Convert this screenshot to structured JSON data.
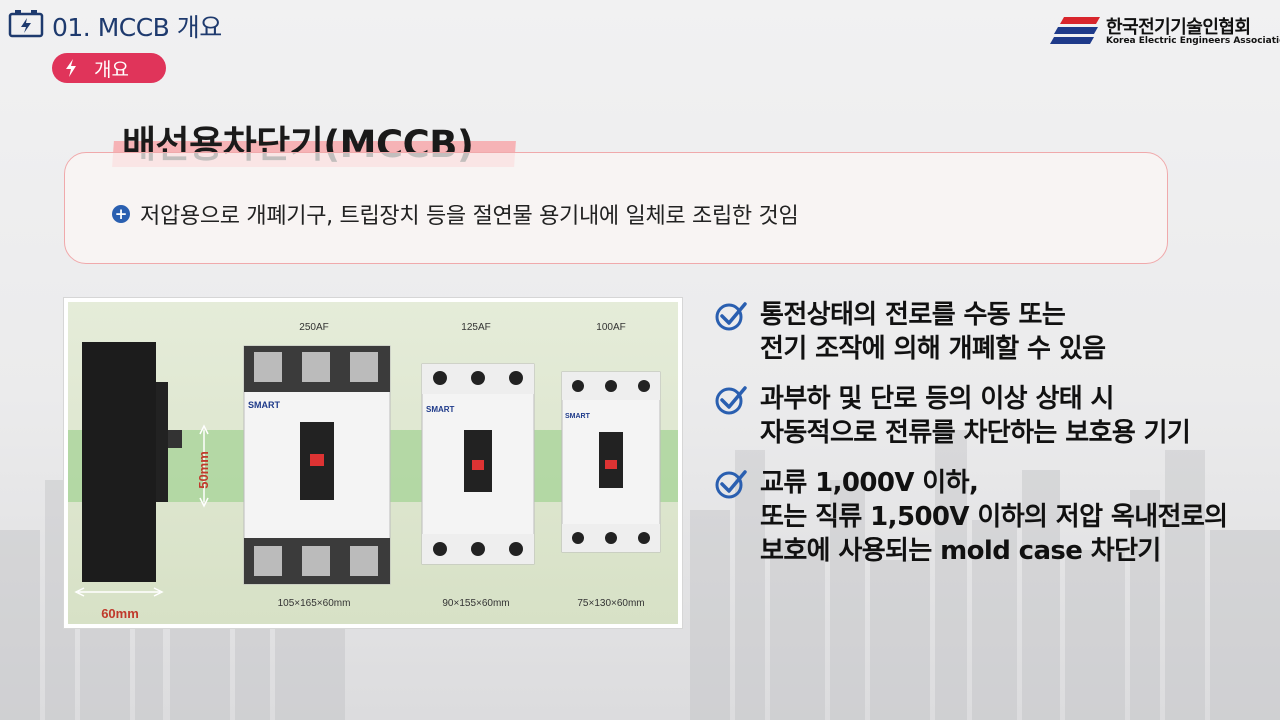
{
  "header": {
    "section_title": "01. MCCB 개요",
    "tag_label": "개요"
  },
  "logo": {
    "name_ko": "한국전기기술인협회",
    "name_en": "Korea Electric Engineers Association"
  },
  "heading": "배선용차단기(MCCB)",
  "definition": "저압용으로 개폐기구, 트립장치 등을 절연물 용기내에 일체로 조립한 것임",
  "photo": {
    "frame_labels": [
      "250AF",
      "125AF",
      "100AF"
    ],
    "brand": "SMART",
    "dims": [
      "105×165×60mm",
      "90×155×60mm",
      "75×130×60mm"
    ],
    "width_label": "60mm",
    "height_label": "50mm"
  },
  "bullets": [
    {
      "lines": [
        "통전상태의 전로를 수동 또는",
        "전기 조작에 의해 개폐할 수 있음"
      ]
    },
    {
      "lines": [
        "과부하 및 단로 등의 이상 상태 시",
        "자동적으로 전류를 차단하는 보호용 기기"
      ]
    },
    {
      "lines": [
        "교류 1,000V 이하,",
        "또는 직류 1,500V 이하의 저압 옥내전로의",
        "보호에 사용되는 mold case 차단기"
      ]
    }
  ],
  "colors": {
    "accent": "#e0345a",
    "navy": "#1e3a6e",
    "check_blue": "#2a5fb0",
    "highlight": "#f6b3b6"
  }
}
